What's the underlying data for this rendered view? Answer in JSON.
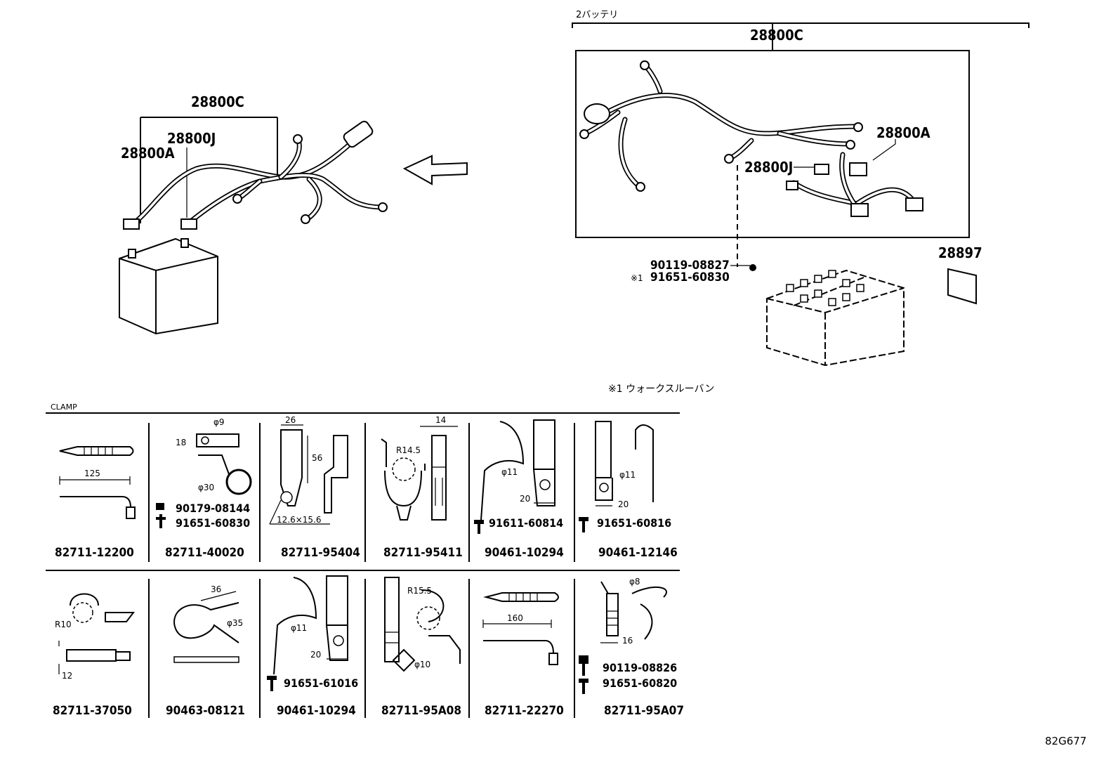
{
  "diagram_code": "82G677",
  "left_view": {
    "label_top": "28800C",
    "label_j": "28800J",
    "label_a": "28800A"
  },
  "right_view": {
    "group_title": "2バッテリ",
    "label_top": "28800C",
    "label_a": "28800A",
    "label_j": "28800J",
    "bolt_part": "90119-08827",
    "alt_bolt_mark": "※1",
    "alt_bolt_part": "91651-60830",
    "label_plate": "28897",
    "footnote": "※1 ウォークスルーバン"
  },
  "clamp_section": {
    "title": "CLAMP",
    "row1": [
      {
        "part": "82711-12200",
        "dims": [
          "125"
        ],
        "subparts": []
      },
      {
        "part": "82711-40020",
        "dims": [
          "φ9",
          "18",
          "φ30"
        ],
        "subparts": [
          "90179-08144",
          "91651-60830"
        ]
      },
      {
        "part": "82711-95404",
        "dims": [
          "26",
          "56",
          "12.6×15.6"
        ],
        "subparts": []
      },
      {
        "part": "82711-95411",
        "dims": [
          "14",
          "R14.5"
        ],
        "subparts": []
      },
      {
        "part": "90461-10294",
        "dims": [
          "φ11",
          "20"
        ],
        "subparts": [
          "91611-60814"
        ]
      },
      {
        "part": "90461-12146",
        "dims": [
          "φ11",
          "20"
        ],
        "subparts": [
          "91651-60816"
        ]
      }
    ],
    "row2": [
      {
        "part": "82711-37050",
        "dims": [
          "R10",
          "12"
        ],
        "subparts": []
      },
      {
        "part": "90463-08121",
        "dims": [
          "36",
          "φ35"
        ],
        "subparts": []
      },
      {
        "part": "90461-10294",
        "dims": [
          "φ11",
          "20"
        ],
        "subparts": [
          "91651-61016"
        ]
      },
      {
        "part": "82711-95A08",
        "dims": [
          "R15.5",
          "φ10"
        ],
        "subparts": []
      },
      {
        "part": "82711-22270",
        "dims": [
          "160"
        ],
        "subparts": []
      },
      {
        "part": "82711-95A07",
        "dims": [
          "φ8",
          "16"
        ],
        "subparts": [
          "90119-08826",
          "91651-60820"
        ]
      }
    ]
  }
}
